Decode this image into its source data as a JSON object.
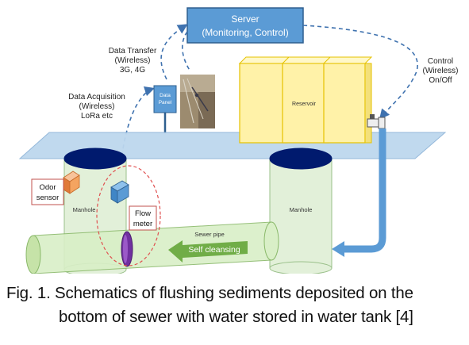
{
  "server": {
    "line1": "Server",
    "line2": "(Monitoring, Control)"
  },
  "data_transfer": {
    "line1": "Data Transfer",
    "line2": "(Wireless)",
    "line3": "3G, 4G"
  },
  "data_acquisition": {
    "line1": "Data Acquisition",
    "line2": "(Wireless)",
    "line3": "LoRa etc"
  },
  "data_panel": {
    "line1": "Data",
    "line2": "Panel"
  },
  "control": {
    "line1": "Control",
    "line2": "(Wireless)",
    "line3": "On/Off"
  },
  "reservoir_label": "Reservoir",
  "odor_sensor": {
    "line1": "Odor",
    "line2": "sensor"
  },
  "manhole_left_label": "Manhole",
  "manhole_right_label": "Manhole",
  "flow_meter": {
    "line1": "Flow",
    "line2": "meter"
  },
  "sewer_pipe_label": "Sewer pipe",
  "self_cleansing_label": "Self cleansing",
  "caption": {
    "line1": "Fig. 1. Schematics of flushing sediments deposited on the",
    "line2": "bottom of sewer with water stored in water tank [4]"
  },
  "colors": {
    "server_fill": "#5b9bd5",
    "ground_plane": "#bdd7ee",
    "manhole_fill": "#e2f0d9",
    "reservoir_fill": "#fff2a8",
    "arrow_green": "#70ad47",
    "arrow_blue": "#5b9bd5",
    "dashed_line": "#3f72af"
  }
}
